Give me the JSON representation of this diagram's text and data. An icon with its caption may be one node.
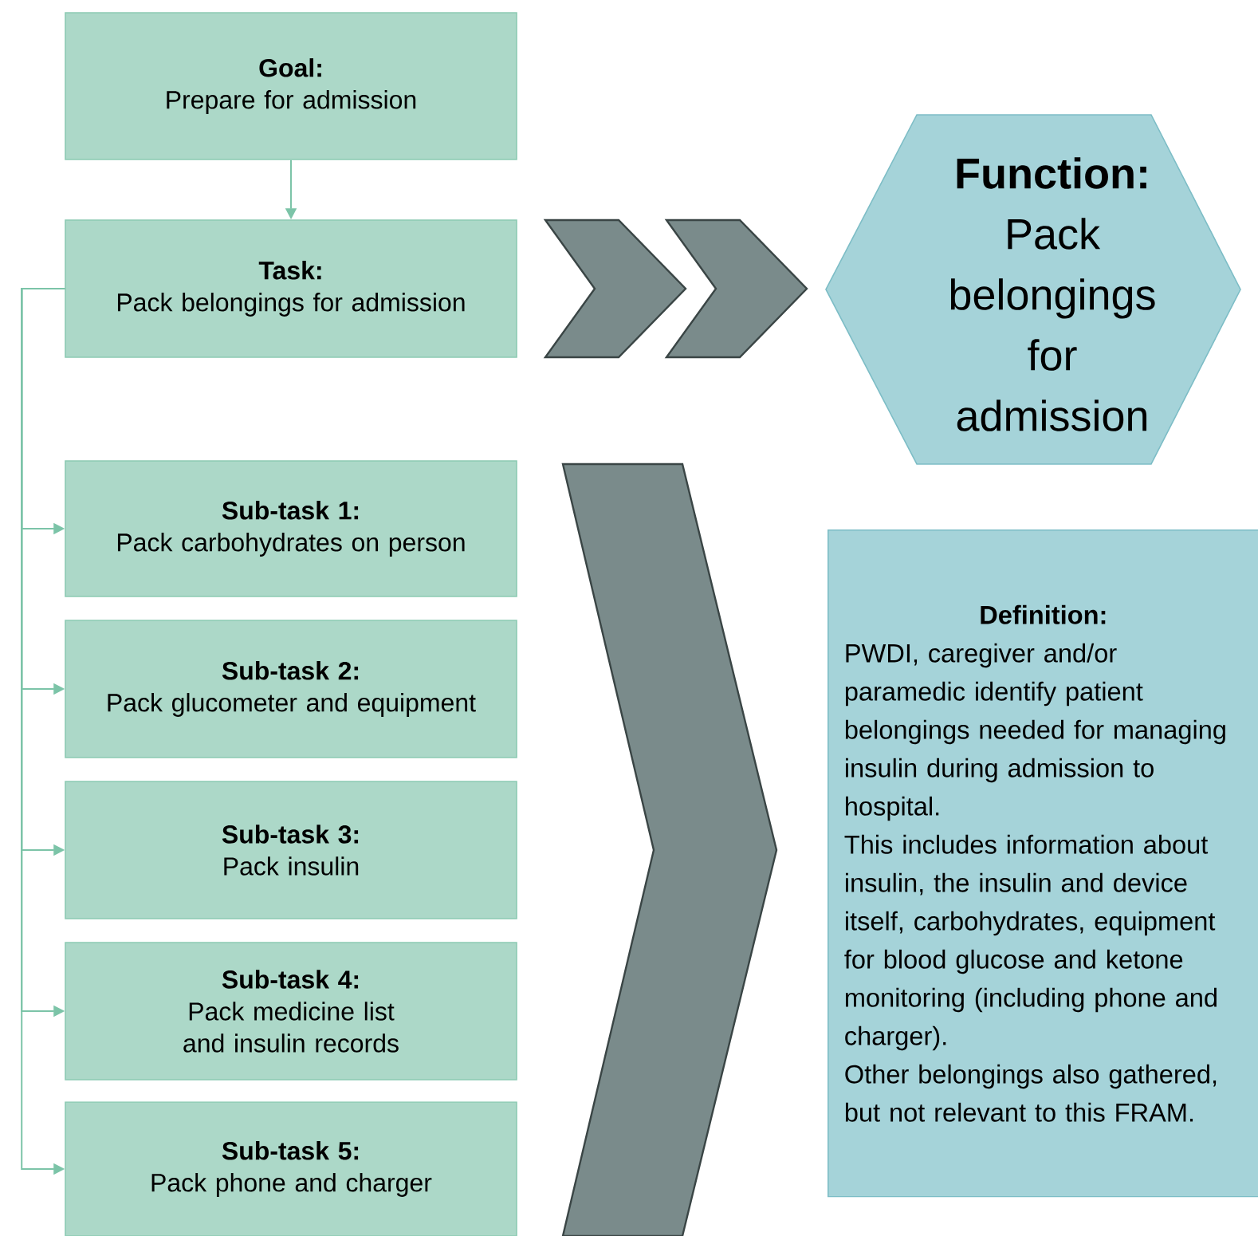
{
  "diagram": {
    "nodes": [
      {
        "text": [
          "Goal:",
          "Prepare for admission"
        ]
      },
      {
        "text": [
          "Task:",
          "Pack belongings for admission"
        ]
      },
      {
        "text": [
          "Sub-task 1:",
          "Pack carbohydrates on person"
        ]
      },
      {
        "text": [
          "Sub-task 2:",
          "Pack glucometer and equipment"
        ]
      },
      {
        "text": [
          "Sub-task 3:",
          "Pack insulin"
        ]
      },
      {
        "text": [
          "Sub-task 4:",
          "Pack medicine list and insulin records"
        ]
      },
      {
        "text": [
          "Sub-task 5:",
          "Pack phone and charger"
        ]
      },
      {
        "text": [
          "Function:",
          "Pack belongings for admission"
        ]
      },
      {
        "text": [
          "Definition:",
          "PWDI, caregiver and/or paramedic identify patient belongings needed for managing insulin during admission to hospital.",
          "This includes information about insulin, the insulin and device itself, carbohydrates, equipment for blood glucose and ketone monitoring (including phone and charger).",
          "Other belongings also gathered, but not relevant to this FRAM."
        ]
      }
    ],
    "edges": [
      {
        "from": 0,
        "to": 1,
        "arrow": "to"
      },
      {
        "from": 1,
        "to": 2,
        "arrow": "to"
      },
      {
        "from": 1,
        "to": 3,
        "arrow": "to"
      },
      {
        "from": 1,
        "to": 4,
        "arrow": "to"
      },
      {
        "from": 1,
        "to": 5,
        "arrow": "to"
      },
      {
        "from": 1,
        "to": 6,
        "arrow": "to"
      }
    ]
  }
}
